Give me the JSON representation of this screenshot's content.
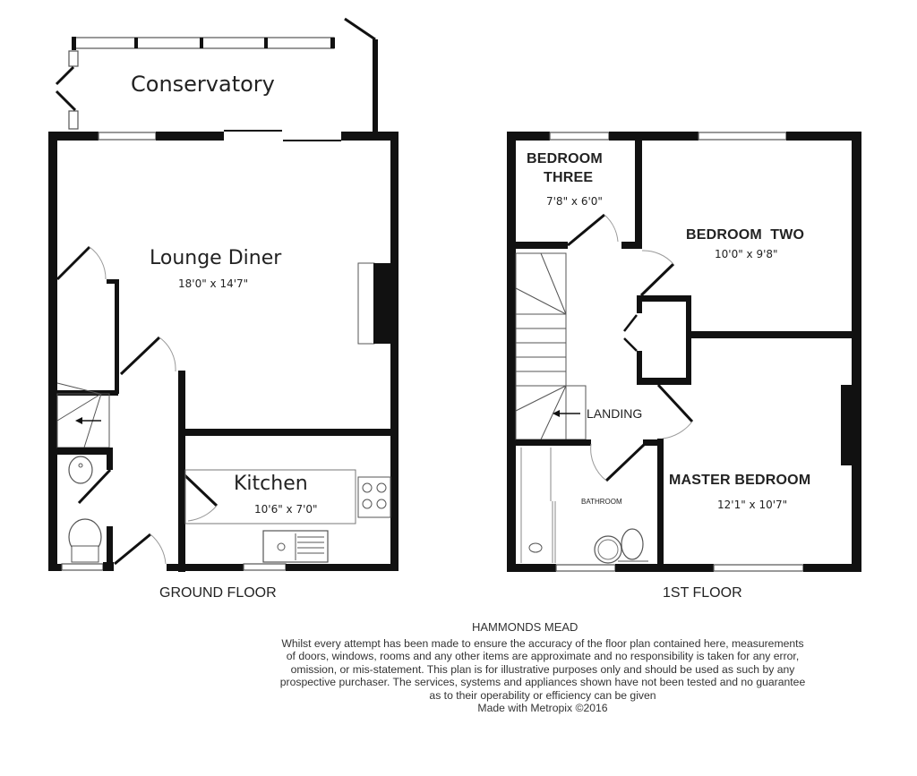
{
  "ground_floor": {
    "label": "GROUND FLOOR",
    "rooms": [
      {
        "name": "Conservatory",
        "dimensions": ""
      },
      {
        "name": "Lounge Diner",
        "dimensions": "18'0\" x 14'7\""
      },
      {
        "name": "Kitchen",
        "dimensions": "10'6\" x 7'0\""
      }
    ]
  },
  "first_floor": {
    "label": "1ST FLOOR",
    "rooms": [
      {
        "name": "BEDROOM THREE",
        "line1": "BEDROOM",
        "line2": "THREE",
        "dimensions": "7'8\" x 6'0\""
      },
      {
        "name": "BEDROOM  TWO",
        "dimensions": "10'0\" x 9'8\""
      },
      {
        "name": "LANDING",
        "dimensions": ""
      },
      {
        "name": "BATHROOM",
        "dimensions": ""
      },
      {
        "name": "MASTER BEDROOM",
        "dimensions": "12'1\" x 10'7\""
      }
    ]
  },
  "footer": {
    "title": "HAMMONDS MEAD",
    "disclaimer_lines": [
      "Whilst every attempt has been made to ensure the accuracy of the floor plan contained here, measurements",
      "of doors, windows, rooms and any other items are approximate and no responsibility is taken for any error,",
      "omission, or mis-statement. This plan is for illustrative purposes only and should be used as such by any",
      "prospective purchaser. The services, systems and appliances shown have not been tested and no guarantee",
      "as to their operability or efficiency can be given"
    ],
    "credit": "Made with Metropix ©2016"
  },
  "colors": {
    "wall": "#111111",
    "line": "#555555",
    "arc": "#999999",
    "text": "#222222"
  }
}
